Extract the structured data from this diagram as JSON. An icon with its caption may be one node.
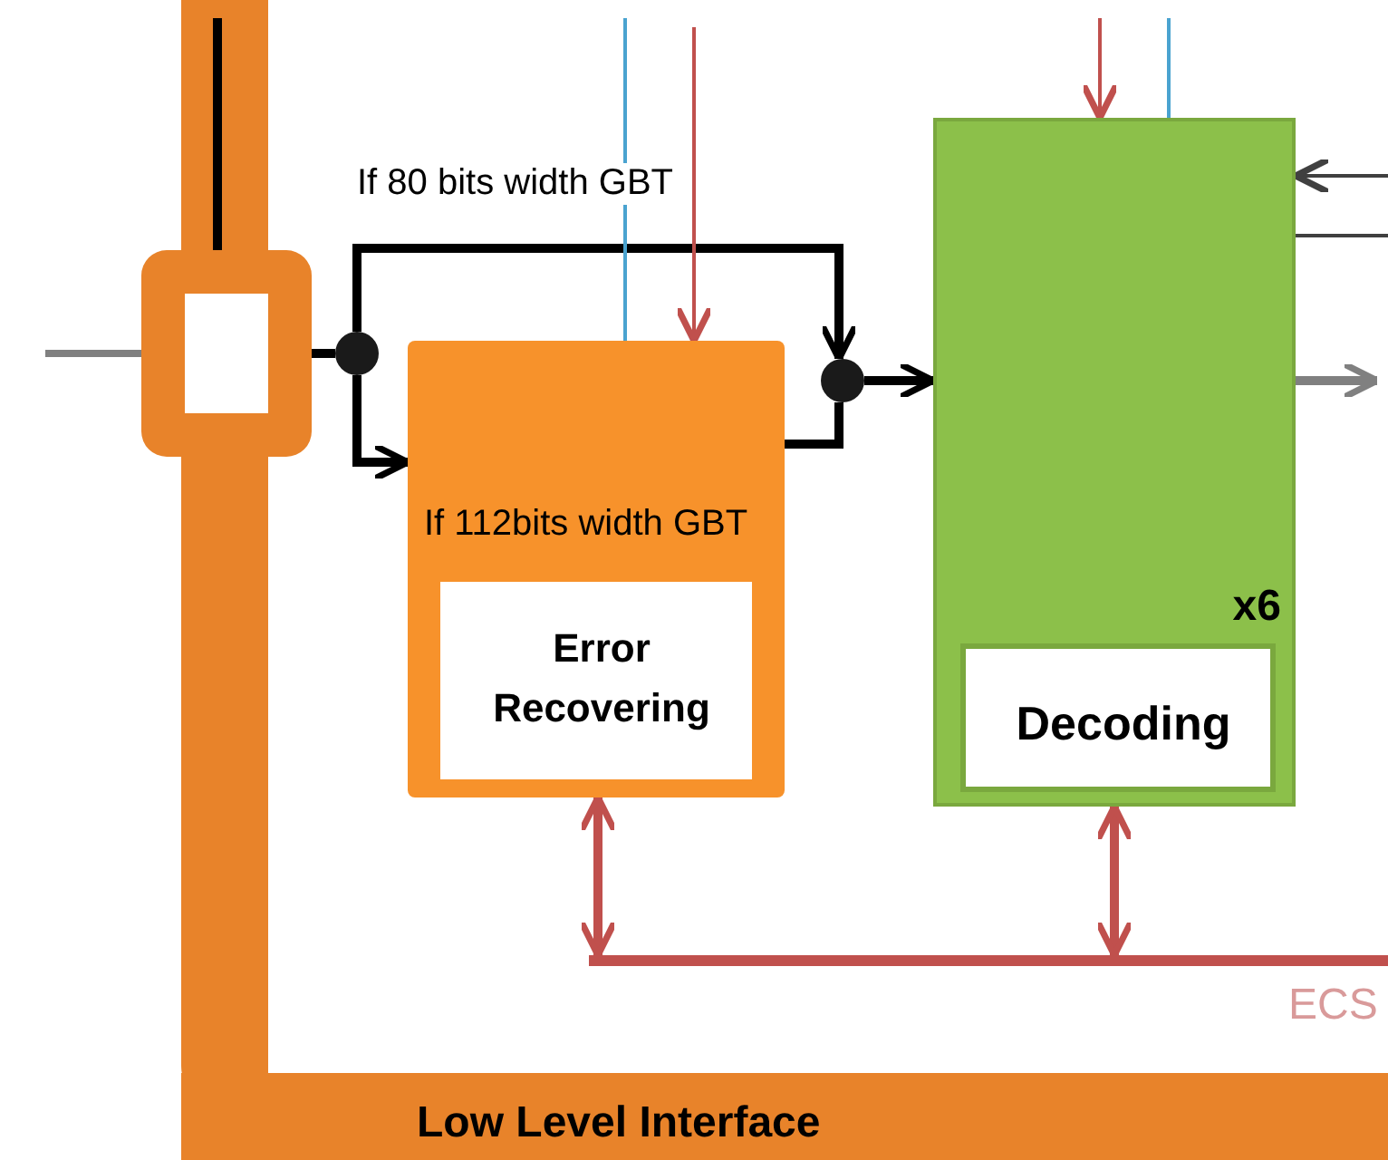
{
  "diagram": {
    "nodes": [
      {
        "text": [
          "Low Level Interface"
        ]
      },
      {
        "text": [],
        "shape": "box"
      },
      {
        "text": [],
        "shape": "circle"
      },
      {
        "text": [],
        "shape": "box"
      },
      {
        "text": [
          "Error Recovering"
        ],
        "in": 3
      },
      {
        "text": [],
        "shape": "circle"
      },
      {
        "text": [
          "x6"
        ]
      },
      {
        "text": [
          "Decoding"
        ],
        "in": 6
      },
      {
        "text": [],
        "shape": "bar",
        "beside": [
          "ECS"
        ]
      }
    ],
    "edges": [
      {
        "from": null,
        "to": 1,
        "arrow": "none",
        "color": "#808080"
      },
      {
        "from": null,
        "to": 1,
        "arrow": "none"
      },
      {
        "from": 1,
        "to": 2,
        "arrow": "none"
      },
      {
        "from": 2,
        "to": 5,
        "arrow": "to",
        "label": "If 80 bits width GBT"
      },
      {
        "from": 2,
        "to": 3,
        "arrow": "to",
        "label": "If 112bits width GBT"
      },
      {
        "from": 3,
        "to": 5,
        "arrow": "none"
      },
      {
        "from": 5,
        "to": 6,
        "arrow": "to"
      },
      {
        "from": 6,
        "to": null,
        "arrow": "to",
        "color": "#808080"
      },
      {
        "from": null,
        "to": 3,
        "arrow": "none",
        "color": "#4aa3d0"
      },
      {
        "from": null,
        "to": 3,
        "arrow": "to",
        "color": "#c0504d"
      },
      {
        "from": null,
        "to": 6,
        "arrow": "to",
        "color": "#c0504d"
      },
      {
        "from": null,
        "to": 6,
        "arrow": "none",
        "color": "#4aa3d0"
      },
      {
        "from": null,
        "to": 6,
        "arrow": "to",
        "color": "#404040"
      },
      {
        "from": null,
        "to": 6,
        "arrow": "none",
        "color": "#404040"
      },
      {
        "from": 3,
        "to": 8,
        "arrow": "both",
        "color": "#c0504d"
      },
      {
        "from": 6,
        "to": 8,
        "arrow": "both",
        "color": "#c0504d"
      }
    ]
  }
}
